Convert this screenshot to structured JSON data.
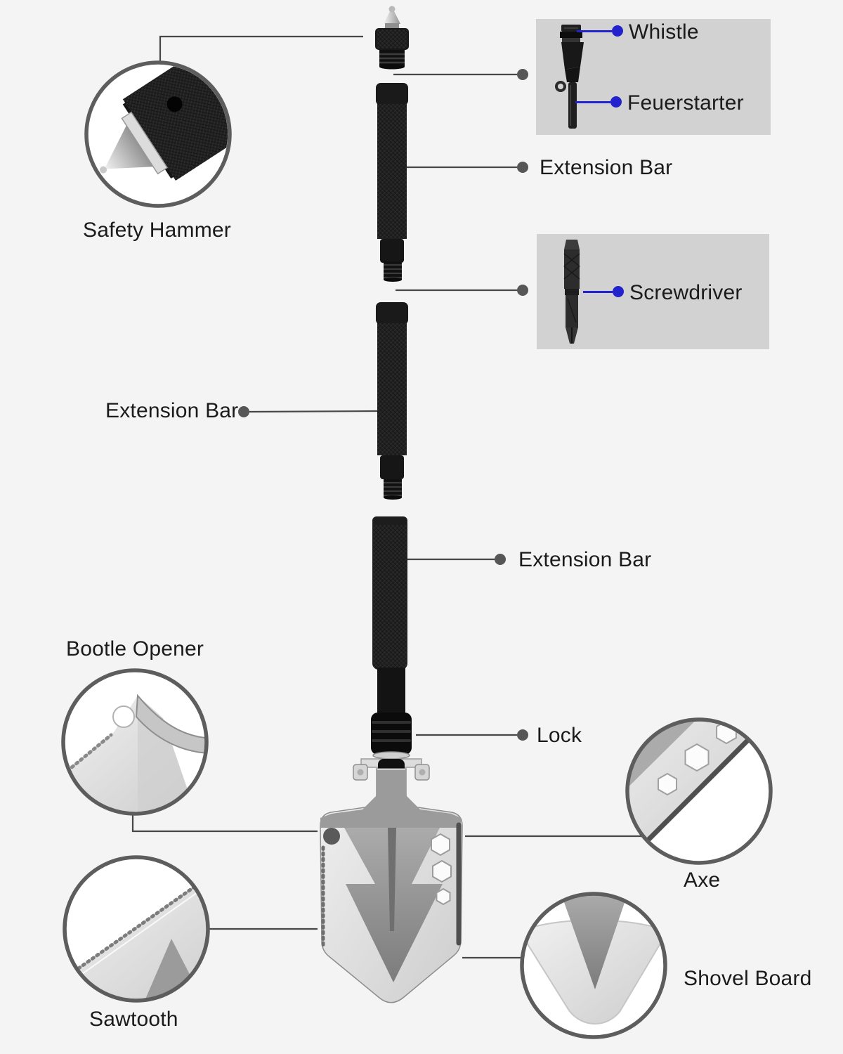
{
  "callouts": {
    "safety_hammer": "Safety Hammer",
    "whistle": "Whistle",
    "feuerstarter": "Feuerstarter",
    "extension_bar_1": "Extension Bar",
    "screwdriver": "Screwdriver",
    "extension_bar_2": "Extension Bar",
    "extension_bar_3": "Extension Bar",
    "bootle_opener": "Bootle Opener",
    "lock": "Lock",
    "axe": "Axe",
    "sawtooth": "Sawtooth",
    "shovel_board": "Shovel Board"
  },
  "colors": {
    "background": "#f4f4f4",
    "inset_box_background": "#d2d2d2",
    "accent_blue": "#2323cd",
    "leader_line": "#474747",
    "label_text": "#1b1b1b"
  }
}
